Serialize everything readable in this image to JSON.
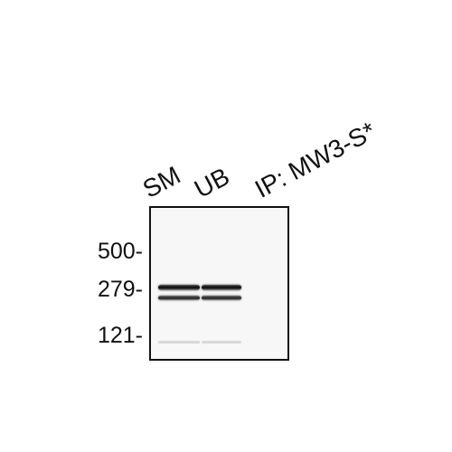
{
  "lanes": [
    "SM",
    "UB",
    "IP: MW3-S*"
  ],
  "markers": [
    "500-",
    "279-",
    "121-"
  ],
  "colors": {
    "background": "#ffffff",
    "blot_background": "#f7f7f7",
    "band": "#121212",
    "text": "#111111"
  }
}
